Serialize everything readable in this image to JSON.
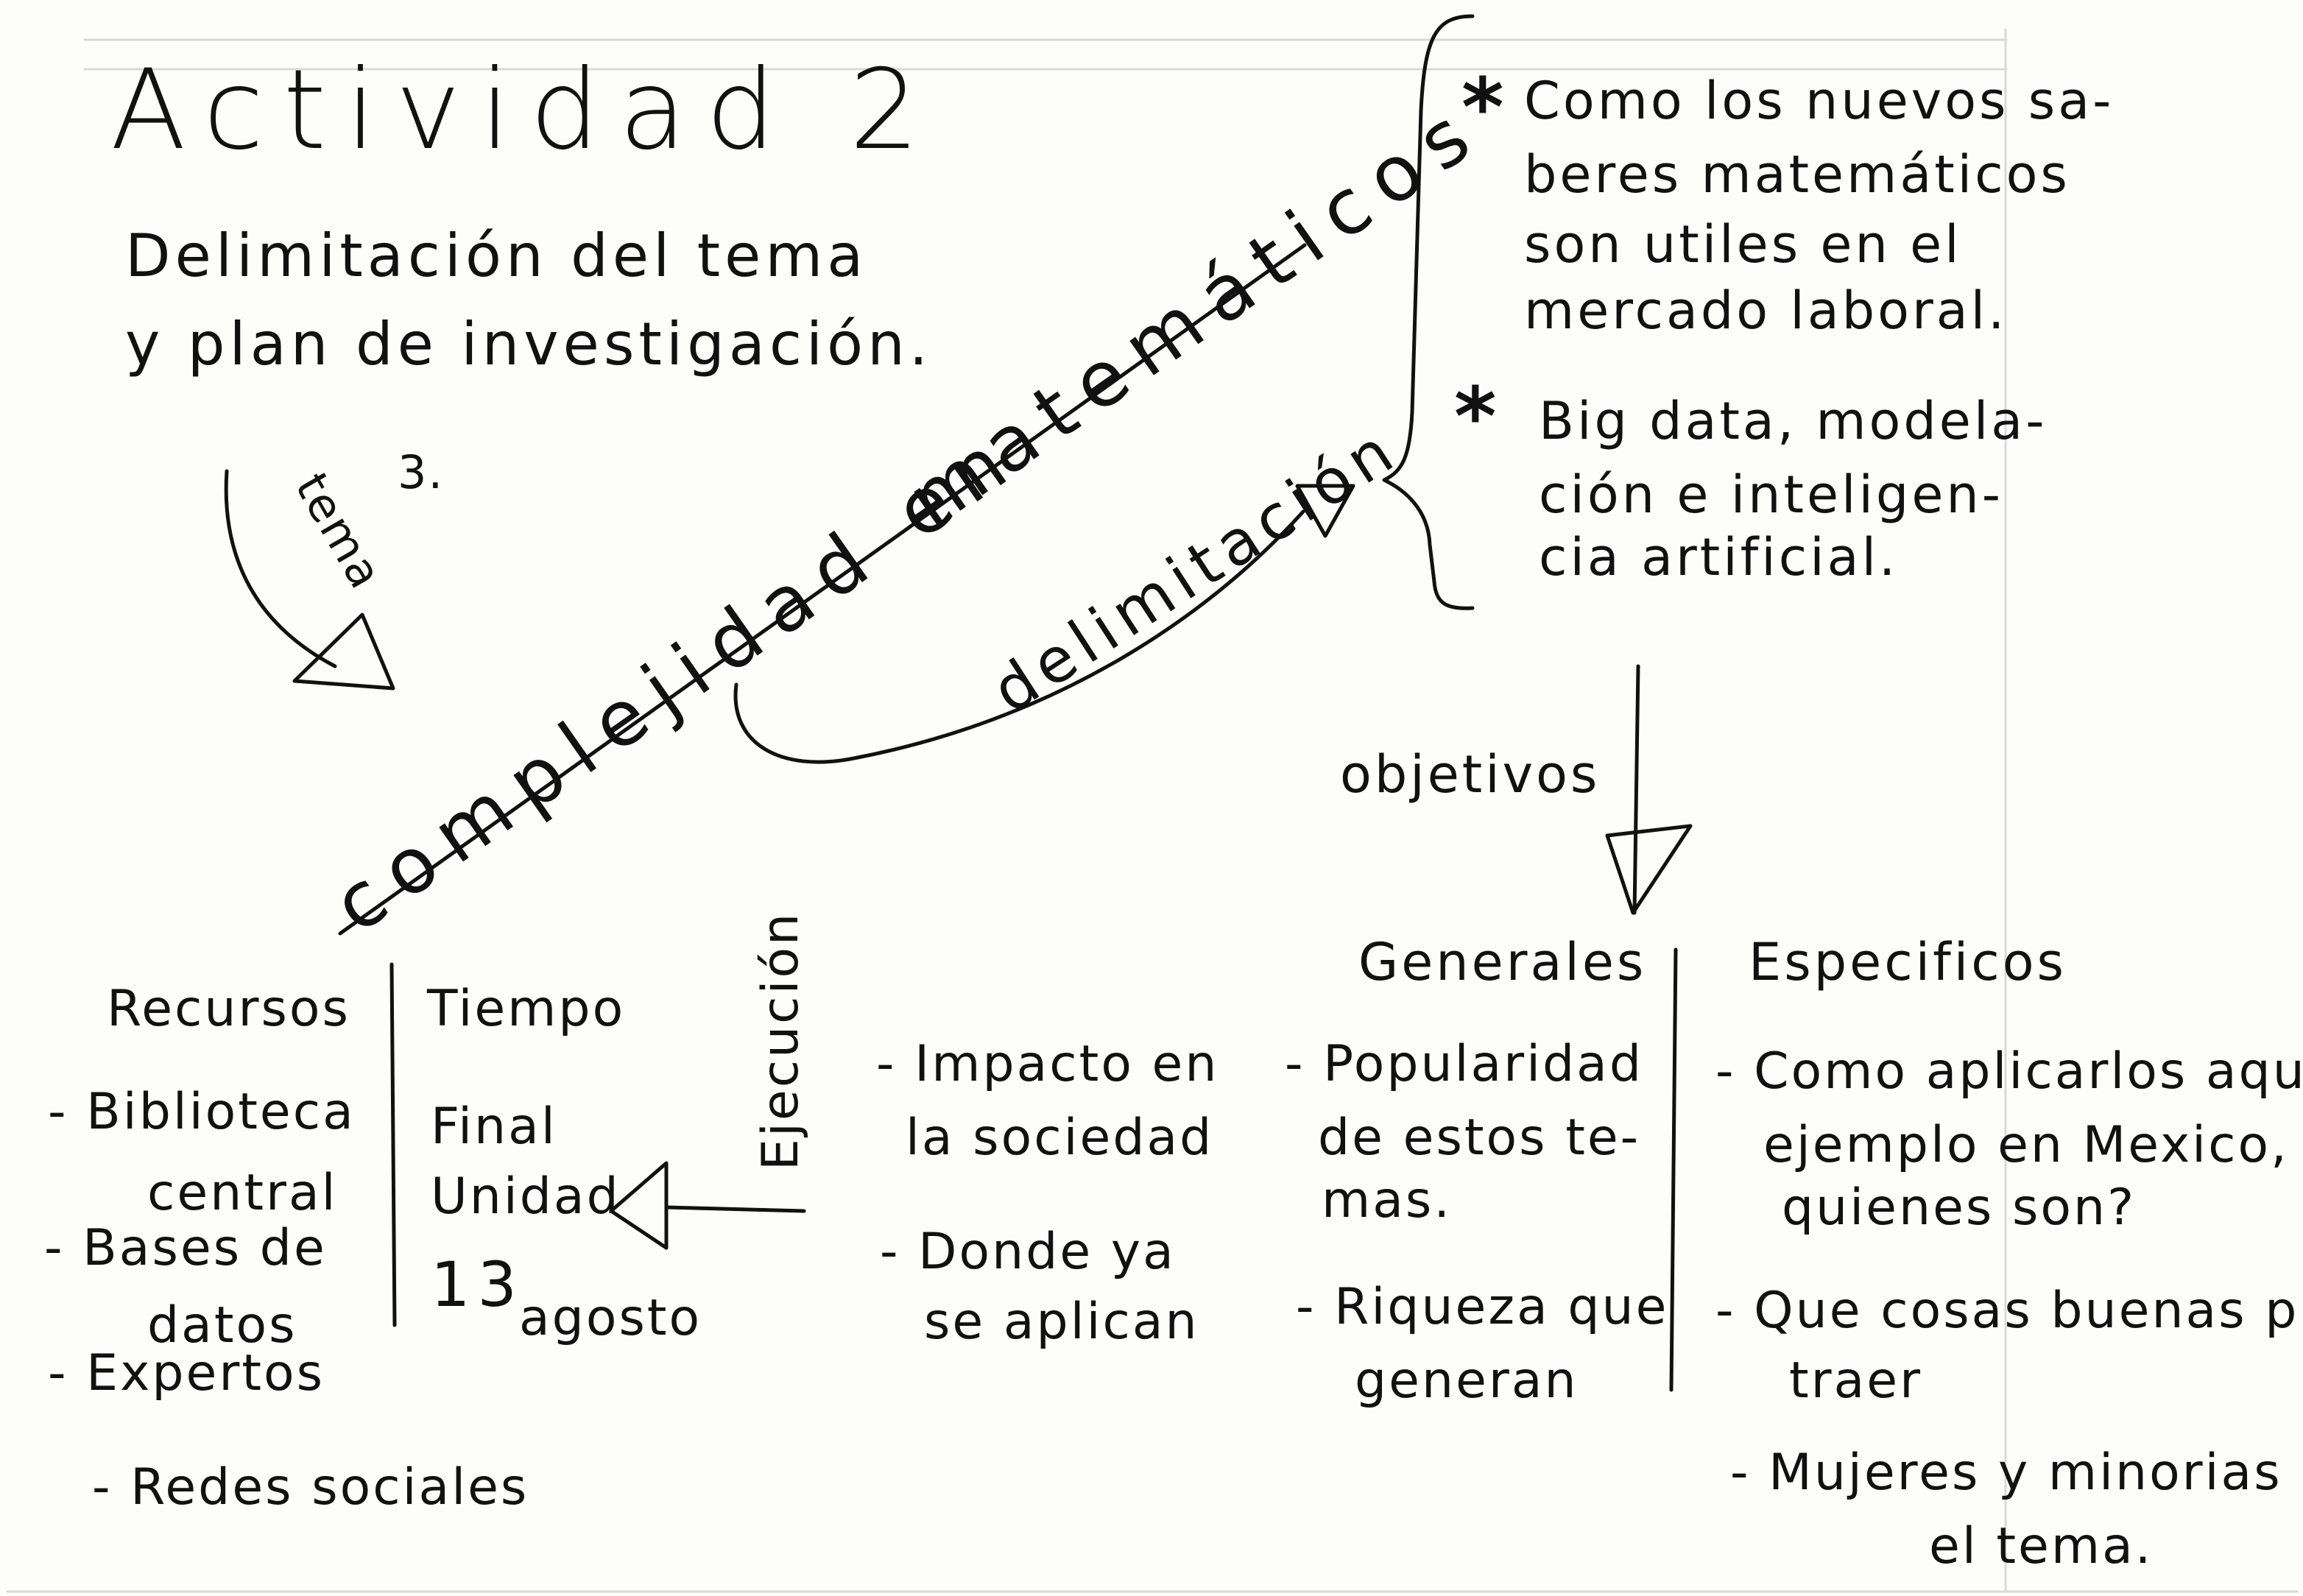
{
  "title": "Actividad 2",
  "subtitle": [
    "Delimitación del tema",
    "y plan de investigación."
  ],
  "arrow_labels": {
    "tema": "tema",
    "number": "3.",
    "delimitacion": "delimitación",
    "objetivos": "objetivos",
    "ejecucion": "Ejecución"
  },
  "main_topic": [
    "complejidad en",
    "matemáticos"
  ],
  "delimitation_points": [
    {
      "marker": "*",
      "lines": [
        "Como los nuevos sa-",
        "beres matemáticos",
        "son utiles en el",
        "mercado laboral."
      ]
    },
    {
      "marker": "*",
      "lines": [
        "Big data, modela-",
        "ción e inteligen-",
        "cia artificial."
      ]
    }
  ],
  "recursos": {
    "header": "Recursos",
    "items": [
      [
        "- Biblioteca",
        "central"
      ],
      [
        "- Bases de",
        "datos"
      ],
      [
        "- Expertos"
      ],
      [
        "- Redes sociales"
      ]
    ]
  },
  "tiempo": {
    "header": "Tiempo",
    "lines": [
      "Final",
      "Unidad",
      "13",
      "agosto"
    ]
  },
  "ejecucion_items": [
    [
      "- Impacto en",
      "la sociedad"
    ],
    [
      "- Donde ya",
      "se aplican"
    ]
  ],
  "generales": {
    "header": "Generales",
    "items": [
      [
        "- Popularidad",
        "de estos te-",
        "mas."
      ],
      [
        "- Riqueza que",
        "generan"
      ]
    ]
  },
  "especificos": {
    "header": "Especificos",
    "items": [
      [
        "- Como aplicarlos aqui;",
        "ejemplo en Mexico,",
        "quienes son?"
      ],
      [
        "- Que cosas buenas pude",
        "traer"
      ],
      [
        "- Mujeres y minorias en",
        "el tema."
      ]
    ]
  }
}
